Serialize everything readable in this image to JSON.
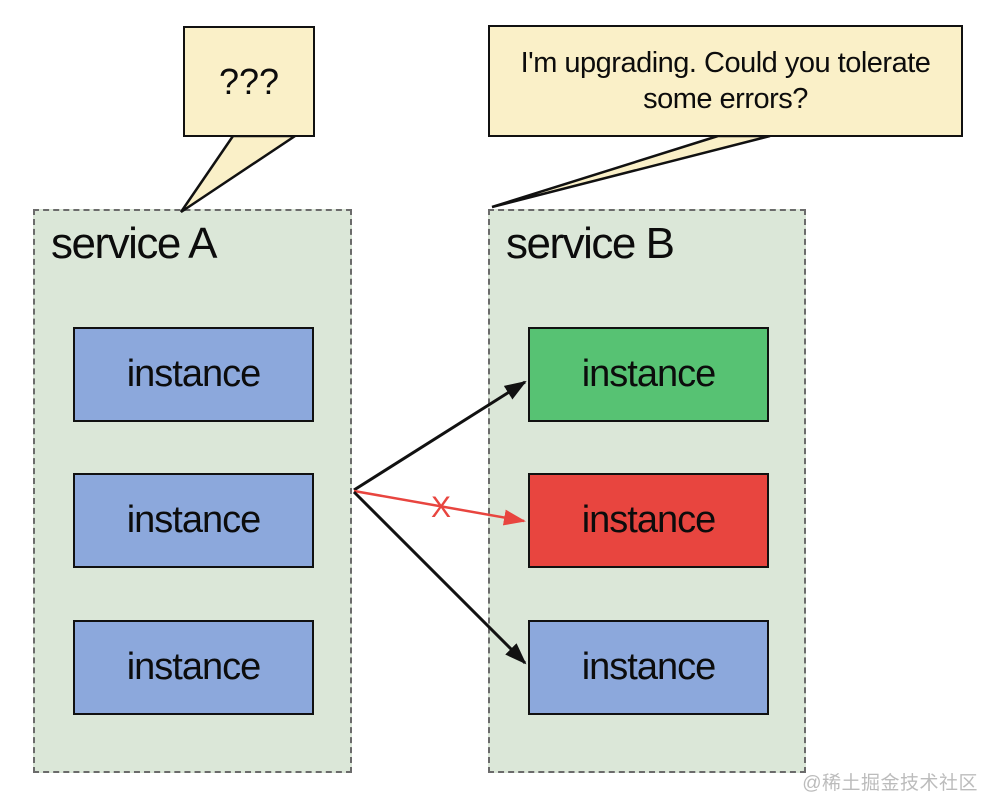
{
  "speech_bubbles": {
    "question": {
      "text": "???"
    },
    "upgrade": {
      "line1": "I'm upgrading. Could you tolerate",
      "line2": "some errors?"
    }
  },
  "services": {
    "a": {
      "title": "service A",
      "instances": [
        {
          "label": "instance",
          "fill": "#8ca8dc"
        },
        {
          "label": "instance",
          "fill": "#8ca8dc"
        },
        {
          "label": "instance",
          "fill": "#8ca8dc"
        }
      ]
    },
    "b": {
      "title": "service B",
      "instances": [
        {
          "label": "instance",
          "fill": "#57c273"
        },
        {
          "label": "instance",
          "fill": "#e8453f"
        },
        {
          "label": "instance",
          "fill": "#8ca8dc"
        }
      ]
    }
  },
  "connections": {
    "blocked_label": "X",
    "arrow_black": "#111111",
    "arrow_red": "#e8453f"
  },
  "colors": {
    "bubble_fill": "#faf0c8",
    "panel_fill": "#dbe7d8",
    "panel_border": "#6b6b6b",
    "instance_blue": "#8ca8dc",
    "instance_green": "#57c273",
    "instance_red": "#e8453f"
  },
  "watermark": {
    "text": "@稀土掘金技术社区"
  }
}
